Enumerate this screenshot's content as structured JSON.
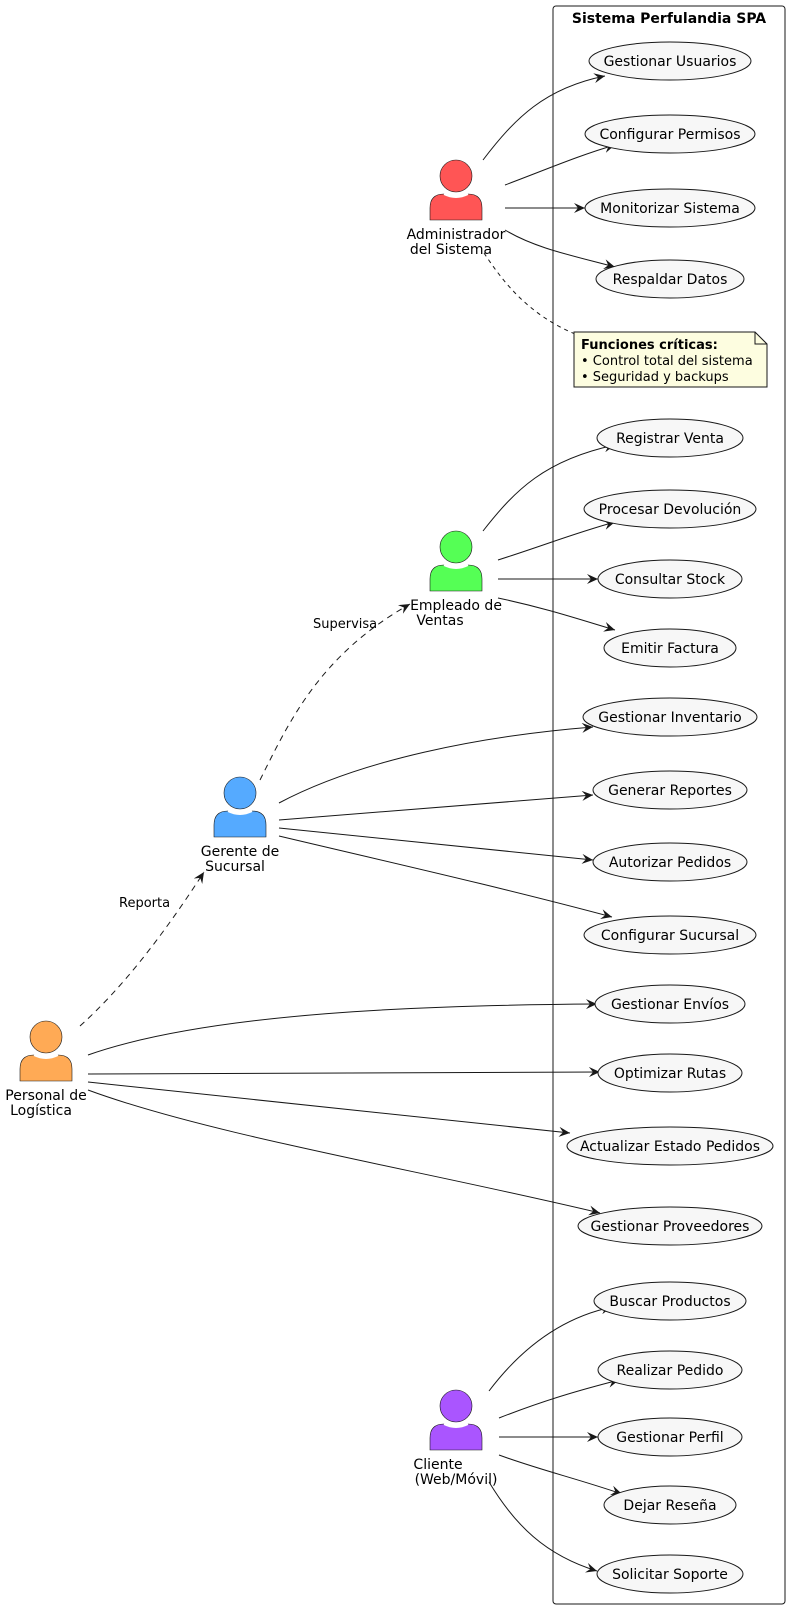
{
  "system": {
    "title": "Sistema Perfulandia SPA"
  },
  "actors": {
    "admin": {
      "line1": "Administrador",
      "line2": "del Sistema",
      "color": "#ff5555"
    },
    "empleado": {
      "line1": "Empleado de",
      "line2": "Ventas",
      "color": "#55ff55"
    },
    "gerente": {
      "line1": "Gerente de",
      "line2": "Sucursal",
      "color": "#55aaff"
    },
    "logistica": {
      "line1": "Personal de",
      "line2": "Logística",
      "color": "#ffaa55"
    },
    "cliente": {
      "line1": "Cliente",
      "line2": "(Web/Móvil)",
      "color": "#aa55ff"
    }
  },
  "usecases": {
    "gestionar_usuarios": "Gestionar Usuarios",
    "configurar_permisos": "Configurar Permisos",
    "monitorizar_sistema": "Monitorizar Sistema",
    "respaldar_datos": "Respaldar Datos",
    "registrar_venta": "Registrar Venta",
    "procesar_devolucion": "Procesar Devolución",
    "consultar_stock": "Consultar Stock",
    "emitir_factura": "Emitir Factura",
    "gestionar_inventario": "Gestionar Inventario",
    "generar_reportes": "Generar Reportes",
    "autorizar_pedidos": "Autorizar Pedidos",
    "configurar_sucursal": "Configurar Sucursal",
    "gestionar_envios": "Gestionar Envíos",
    "optimizar_rutas": "Optimizar Rutas",
    "actualizar_estado": "Actualizar Estado Pedidos",
    "gestionar_proveedores": "Gestionar Proveedores",
    "buscar_productos": "Buscar Productos",
    "realizar_pedido": "Realizar Pedido",
    "gestionar_perfil": "Gestionar Perfil",
    "dejar_resena": "Dejar Reseña",
    "solicitar_soporte": "Solicitar Soporte"
  },
  "relations": {
    "supervisa": "Supervisa",
    "reporta": "Reporta"
  },
  "note": {
    "title": "Funciones críticas:",
    "line1": "• Control total del sistema",
    "line2": "• Seguridad y backups"
  },
  "colors": {
    "usecase_fill": "#f7f7f7",
    "note_fill": "#fdfde0"
  }
}
